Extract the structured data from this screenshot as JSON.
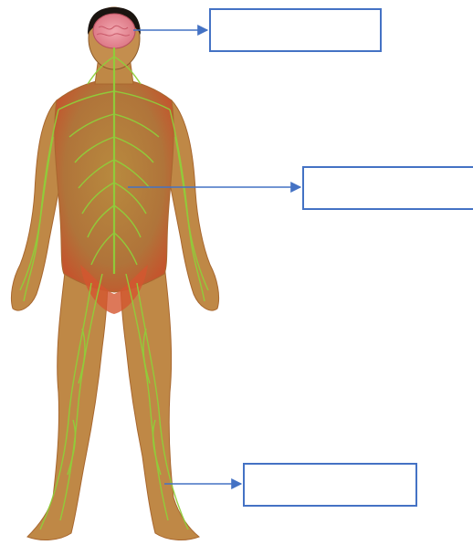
{
  "diagram": {
    "subject": "human-nervous-system",
    "colors": {
      "skin": "#c98e4c",
      "skin_dark": "#a8672f",
      "muscle_red": "#d4562f",
      "nerve": "#8fcf3a",
      "brain": "#e58a96",
      "hair": "#1a1410",
      "arrow": "#4472c4",
      "box_border": "#4472c4"
    },
    "pointers": [
      {
        "target": "brain",
        "label": ""
      },
      {
        "target": "spinal-cord",
        "label": ""
      },
      {
        "target": "peripheral-nerve",
        "label": ""
      }
    ]
  }
}
